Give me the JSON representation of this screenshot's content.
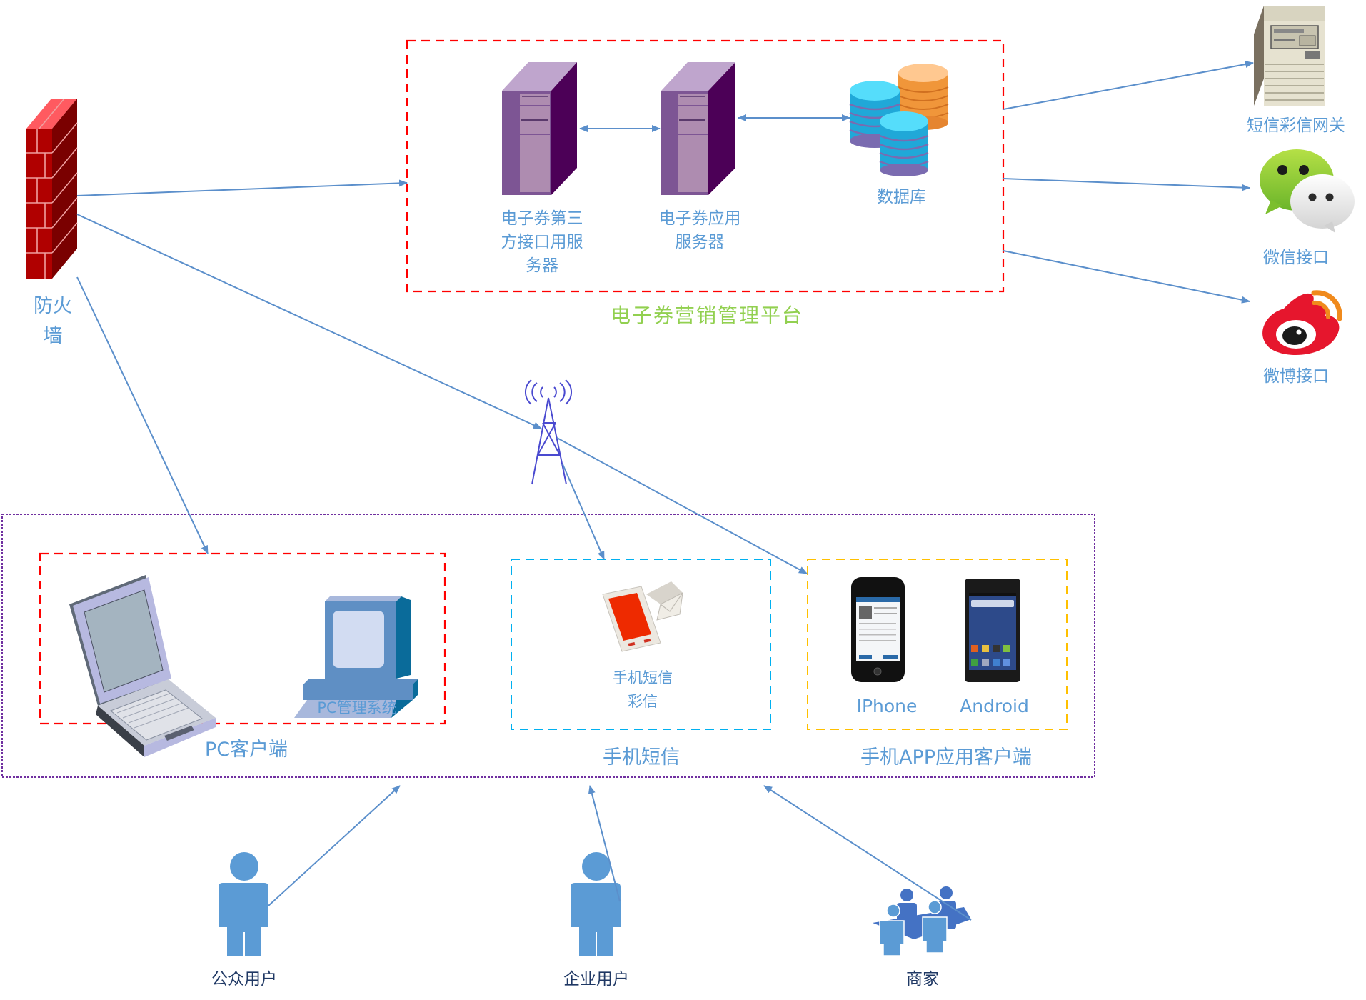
{
  "diagram": {
    "title": "电子券营销管理平台",
    "firewall": {
      "label_line1": "防火",
      "label_line2": "墙"
    },
    "platform": {
      "title": "电子券营销管理平台",
      "third_party_server": {
        "label_line1": "电子券第三",
        "label_line2": "方接口用服",
        "label_line3": "务器"
      },
      "app_server": {
        "label_line1": "电子券应用",
        "label_line2": "服务器"
      },
      "database": {
        "label": "数据库"
      }
    },
    "external_interfaces": [
      {
        "id": "sms-gateway",
        "label": "短信彩信网关",
        "icon": "server-icon"
      },
      {
        "id": "wechat",
        "label": "微信接口",
        "icon": "wechat-icon"
      },
      {
        "id": "weibo",
        "label": "微博接口",
        "icon": "weibo-icon"
      }
    ],
    "tower": {
      "icon": "cell-tower-icon"
    },
    "clients": {
      "pc": {
        "group_label": "PC客户端",
        "mgmt_label": "PC管理系统"
      },
      "sms": {
        "group_label": "手机短信",
        "inner_line1": "手机短信",
        "inner_line2": "彩信"
      },
      "app": {
        "group_label": "手机APP应用客户端",
        "iphone_label": "IPhone",
        "android_label": "Android"
      }
    },
    "users": [
      {
        "id": "public",
        "label": "公众用户"
      },
      {
        "id": "enterprise",
        "label": "企业用户"
      },
      {
        "id": "merchant",
        "label": "商家"
      }
    ],
    "colors": {
      "arrow": "#5b8fcb",
      "label": "#5b9bd5",
      "user_label": "#1f3864",
      "platform_title": "#92d050",
      "platform_border": "#ff0000",
      "pc_border": "#ff0000",
      "sms_border": "#00b0f0",
      "app_border": "#ffc000",
      "client_area_border": "#7030a0",
      "person": "#5b9bd5"
    }
  }
}
